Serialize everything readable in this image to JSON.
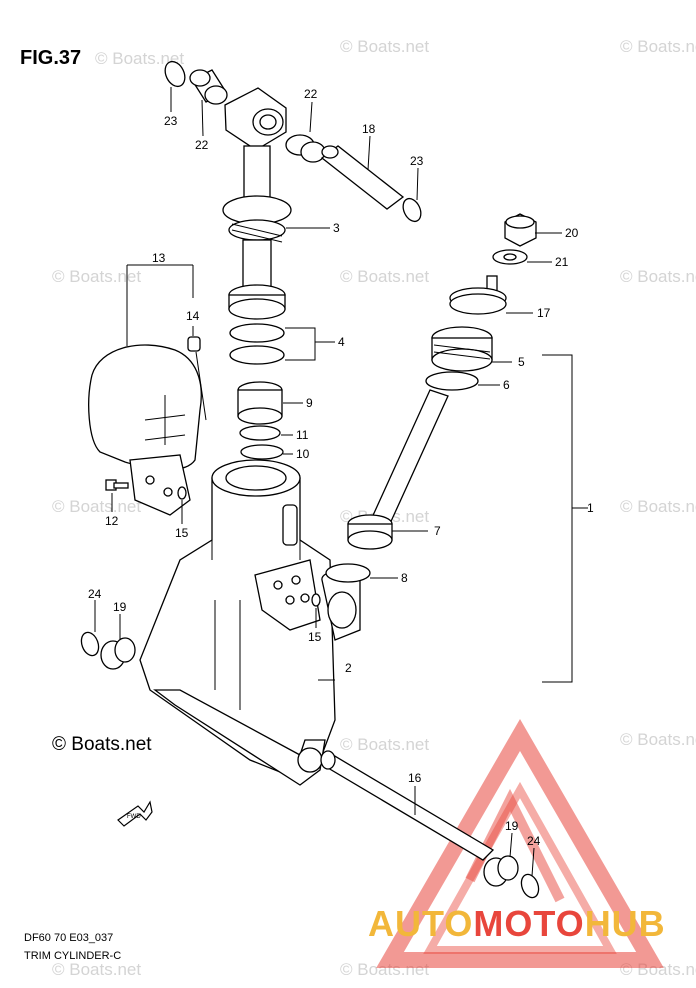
{
  "figure": {
    "title": "FIG.37",
    "code": "DF60 70 E03_037",
    "name": "TRIM CYLINDER-C",
    "copyright": "© Boats.net"
  },
  "watermark": {
    "text": "© Boats.net"
  },
  "brand": {
    "part1": "AUTO",
    "part2": "MOTO",
    "part3": "HUB",
    "color1": "#f2b73a",
    "color2": "#e8463c"
  },
  "callouts": {
    "c1": "1",
    "c2": "2",
    "c3": "3",
    "c4": "4",
    "c5": "5",
    "c6": "6",
    "c7": "7",
    "c8": "8",
    "c9": "9",
    "c10": "10",
    "c11": "11",
    "c12": "12",
    "c13": "13",
    "c14": "14",
    "c15a": "15",
    "c15b": "15",
    "c16": "16",
    "c17": "17",
    "c18": "18",
    "c19a": "19",
    "c19b": "19",
    "c20": "20",
    "c21": "21",
    "c22a": "22",
    "c22b": "22",
    "c23a": "23",
    "c23b": "23",
    "c24a": "24",
    "c24b": "24"
  },
  "fwd": {
    "label": "FWD"
  }
}
